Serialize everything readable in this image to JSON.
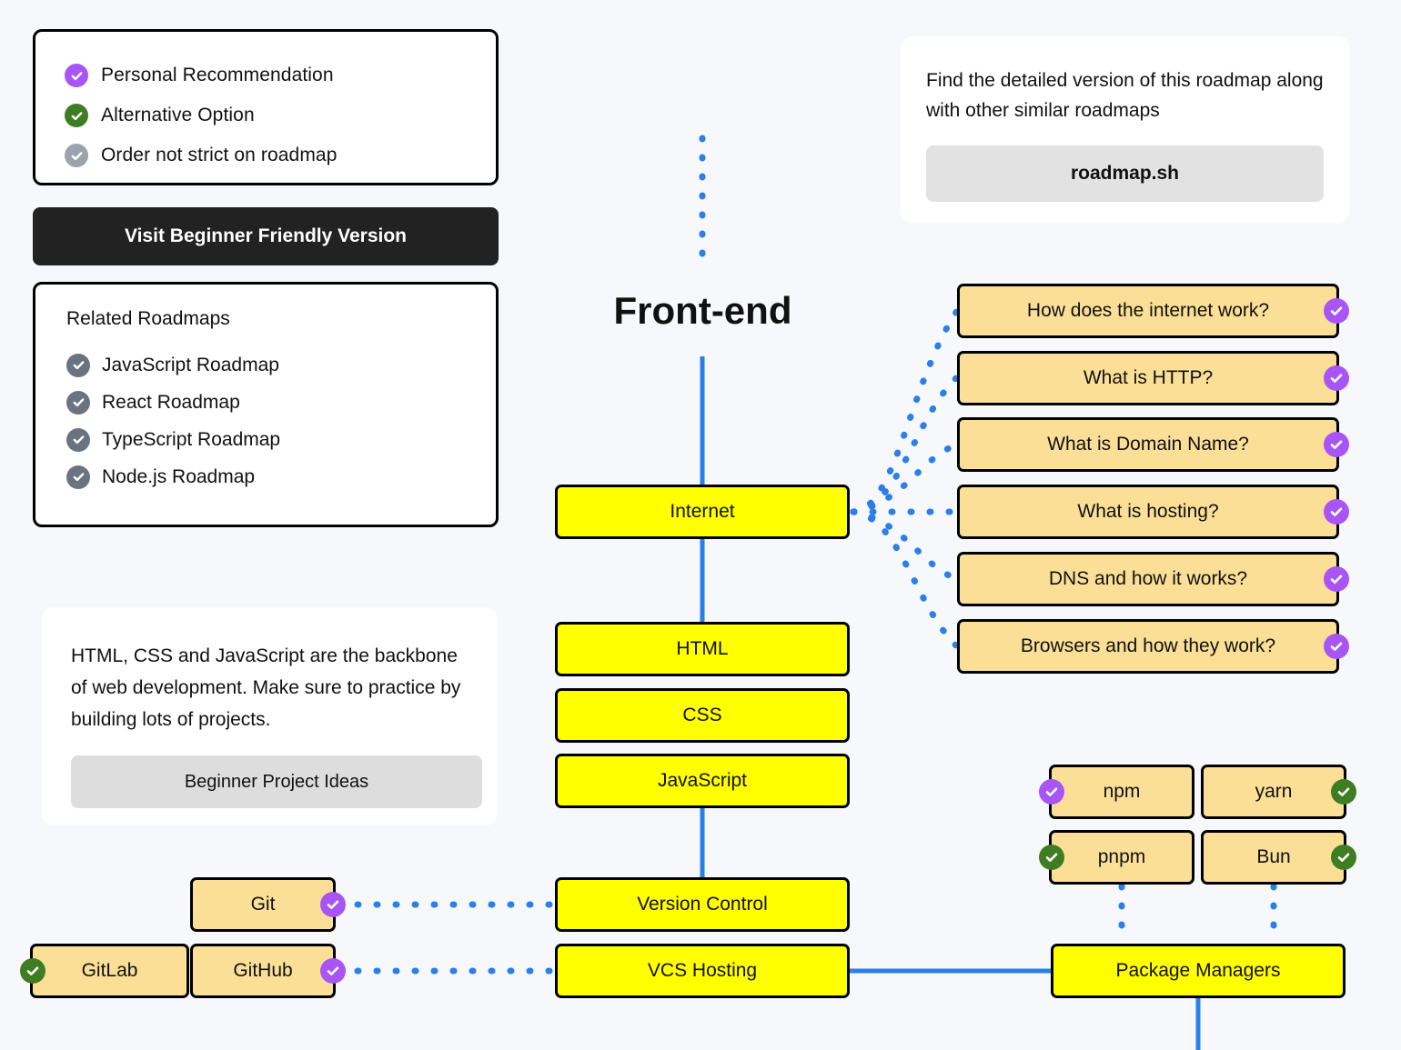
{
  "page": {
    "title": "Front-end",
    "background_color": "#f7f8fb"
  },
  "legend": {
    "items": [
      {
        "label": "Personal Recommendation",
        "badge": "purple"
      },
      {
        "label": "Alternative Option",
        "badge": "green"
      },
      {
        "label": "Order not strict on roadmap",
        "badge": "gray"
      }
    ]
  },
  "beginner_button": {
    "label": "Visit Beginner Friendly Version"
  },
  "related": {
    "title": "Related Roadmaps",
    "items": [
      {
        "label": "JavaScript Roadmap"
      },
      {
        "label": "React Roadmap"
      },
      {
        "label": "TypeScript Roadmap"
      },
      {
        "label": "Node.js Roadmap"
      }
    ]
  },
  "note": {
    "text": "HTML, CSS and JavaScript are the backbone of web development. Make sure to practice by building lots of projects.",
    "button_label": "Beginner Project Ideas"
  },
  "promo": {
    "text": "Find the detailed version of this roadmap along with other similar roadmaps",
    "button_label": "roadmap.sh"
  },
  "nodes": {
    "internet": "Internet",
    "html": "HTML",
    "css": "CSS",
    "javascript": "JavaScript",
    "version_control": "Version Control",
    "vcs_hosting": "VCS Hosting",
    "package_managers": "Package Managers",
    "git": "Git",
    "gitlab": "GitLab",
    "github": "GitHub",
    "npm": "npm",
    "yarn": "yarn",
    "pnpm": "pnpm",
    "bun": "Bun"
  },
  "internet_topics": [
    {
      "label": "How does the internet work?",
      "badge": "purple"
    },
    {
      "label": "What is HTTP?",
      "badge": "purple"
    },
    {
      "label": "What is Domain Name?",
      "badge": "purple"
    },
    {
      "label": "What is hosting?",
      "badge": "purple"
    },
    {
      "label": "DNS and how it works?",
      "badge": "purple"
    },
    {
      "label": "Browsers and how they work?",
      "badge": "purple"
    }
  ],
  "colors": {
    "primary_node": "#ffff00",
    "topic_node": "#fbdf97",
    "wire": "#2b7fe8",
    "recommended": "#a855f7",
    "alternative": "#3f7d22",
    "neutral": "#9ca3af",
    "node_border": "#000000"
  }
}
